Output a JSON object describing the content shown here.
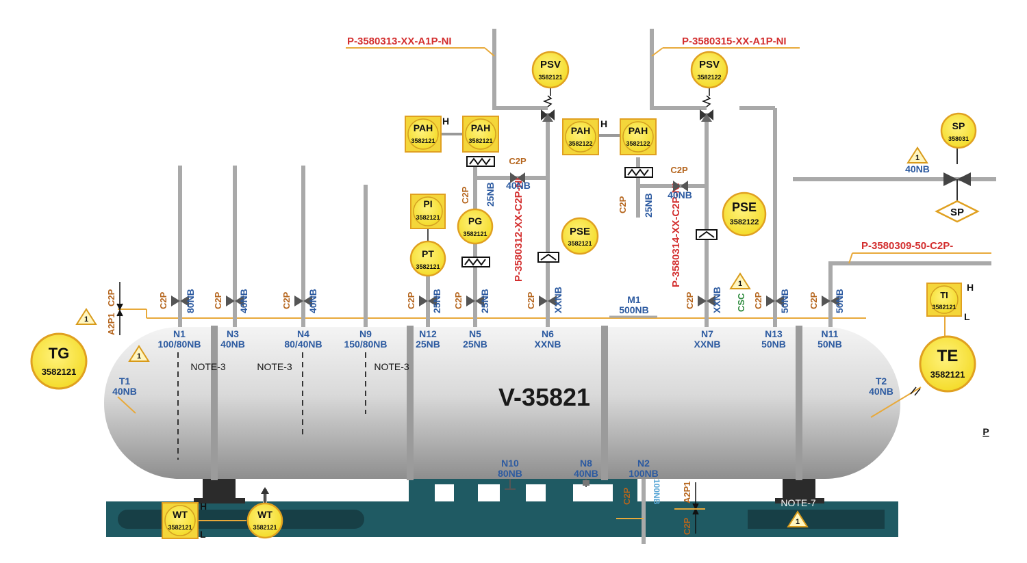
{
  "vessel": {
    "tag": "V-35821"
  },
  "lines": [
    {
      "id": "line-1",
      "label": "P-3580313-XX-A1P-NI"
    },
    {
      "id": "line-2",
      "label": "P-3580315-XX-A1P-NI"
    },
    {
      "id": "line-3",
      "label": "P-3580309-50-C2P-"
    },
    {
      "id": "line-4",
      "label": "P-3580312-XX-C2P-NI"
    },
    {
      "id": "line-5",
      "label": "P-3580314-XX-C2P-NI"
    }
  ],
  "nozzles": [
    {
      "id": "N1",
      "size": "100/80NB",
      "valve_class": "C2P",
      "branch_size": "80NB"
    },
    {
      "id": "N3",
      "size": "40NB",
      "valve_class": "C2P",
      "branch_size": "40NB"
    },
    {
      "id": "N4",
      "size": "80/40NB",
      "valve_class": "C2P",
      "branch_size": "40NB"
    },
    {
      "id": "N9",
      "size": "150/80NB"
    },
    {
      "id": "N12",
      "size": "25NB",
      "valve_class": "C2P",
      "branch_size": "25NB"
    },
    {
      "id": "N5",
      "size": "25NB",
      "valve_class": "C2P",
      "branch_size": "25NB"
    },
    {
      "id": "N6",
      "size": "XXNB",
      "valve_class": "C2P",
      "branch_size": "XXNB"
    },
    {
      "id": "M1",
      "size": "500NB"
    },
    {
      "id": "N7",
      "size": "XXNB",
      "valve_class": "C2P",
      "branch_size": "XXNB"
    },
    {
      "id": "N13",
      "size": "50NB",
      "valve_class": "C2P",
      "branch_size": "50NB"
    },
    {
      "id": "N11",
      "size": "50NB",
      "valve_class": "C2P",
      "branch_size": "50NB"
    },
    {
      "id": "N10",
      "size": "80NB"
    },
    {
      "id": "N8",
      "size": "40NB"
    },
    {
      "id": "N2",
      "size": "100NB",
      "branch_size": "100NB"
    }
  ],
  "instruments": [
    {
      "id": "tg",
      "tag": "TG",
      "number": "3582121"
    },
    {
      "id": "te",
      "tag": "TE",
      "number": "3582121"
    },
    {
      "id": "ti",
      "tag": "TI",
      "number": "3582121"
    },
    {
      "id": "psv-1",
      "tag": "PSV",
      "number": "3582121"
    },
    {
      "id": "psv-2",
      "tag": "PSV",
      "number": "3582122"
    },
    {
      "id": "pah-1a",
      "tag": "PAH",
      "number": "3582121"
    },
    {
      "id": "pah-1b",
      "tag": "PAH",
      "number": "3582121"
    },
    {
      "id": "pah-2a",
      "tag": "PAH",
      "number": "3582122"
    },
    {
      "id": "pah-2b",
      "tag": "PAH",
      "number": "3582122"
    },
    {
      "id": "pi",
      "tag": "PI",
      "number": "3582121"
    },
    {
      "id": "pg",
      "tag": "PG",
      "number": "3582121"
    },
    {
      "id": "pt",
      "tag": "PT",
      "number": "3582121"
    },
    {
      "id": "pse-1",
      "tag": "PSE",
      "number": "3582121"
    },
    {
      "id": "pse-2",
      "tag": "PSE",
      "number": "3582122"
    },
    {
      "id": "sp-top",
      "tag": "SP",
      "number": "358031"
    },
    {
      "id": "sp-bottom",
      "tag": "SP",
      "number": ""
    },
    {
      "id": "wt-1",
      "tag": "WT",
      "number": "3582121"
    },
    {
      "id": "wt-2",
      "tag": "WT",
      "number": "3582121"
    }
  ],
  "alarm_marks": {
    "high": "H",
    "low": "L"
  },
  "shell_nozzles": [
    {
      "id": "T1",
      "size": "40NB"
    },
    {
      "id": "T2",
      "size": "40NB"
    }
  ],
  "branch_labels": {
    "c2p": "C2P",
    "a2p1": "A2P1",
    "size_40": "40NB",
    "size_25": "25NB",
    "csc": "CSC"
  },
  "notes": {
    "note3": "NOTE-3",
    "note7": "NOTE-7",
    "revision": "1",
    "p_mark": "P"
  },
  "colors": {
    "instrument_fill": "#f7e43a",
    "instrument_border": "#e0a020",
    "pipe": "#a9a9a9",
    "line_label": "#d32f2f",
    "nozzle_label": "#2c5aa0",
    "valve_class": "#b5651d",
    "skid": "#1f5a63",
    "vessel_body": "#cfcfcf"
  }
}
